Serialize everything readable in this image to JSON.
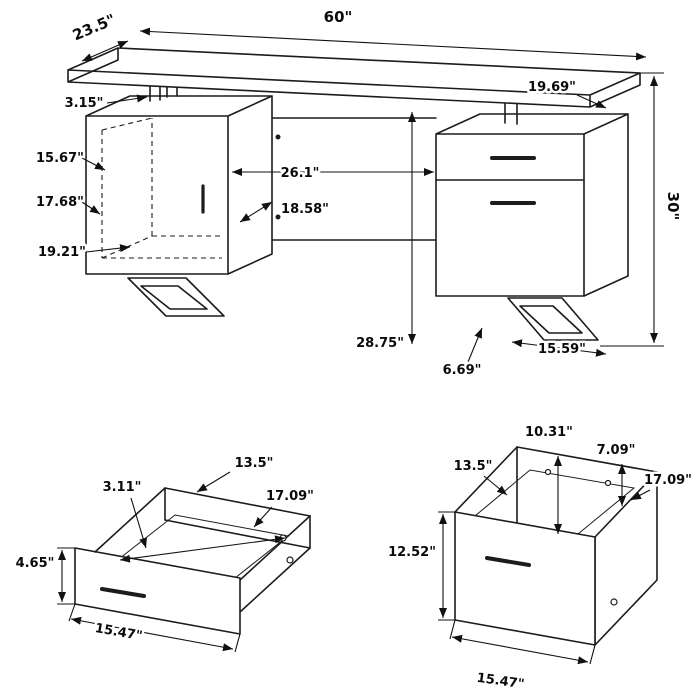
{
  "page": {
    "background": "#ffffff",
    "line_color": "#1c1c1c"
  },
  "views": {
    "desk": {
      "title": "assembled-desk-view",
      "dims": {
        "top_width": "60\"",
        "top_depth": "23.5\"",
        "desktop_gap": "3.15\"",
        "right_top_depth": "19.69\"",
        "left_inner_height": "15.67\"",
        "left_inner_width": "17.68\"",
        "left_inner_diagonal": "19.21\"",
        "knee_width": "26.1\"",
        "knee_depth": "18.58\"",
        "overall_height": "30\"",
        "underside_height": "28.75\"",
        "leg_height": "6.69\"",
        "leg_depth": "15.59\""
      }
    },
    "drawer": {
      "title": "drawer-detail-view",
      "dims": {
        "back_width": "13.5\"",
        "inner_height": "3.11\"",
        "inner_diagonal": "17.09\"",
        "front_height": "4.65\"",
        "front_width": "15.47\""
      }
    },
    "cabinet_box": {
      "title": "cabinet-box-detail-view",
      "dims": {
        "back_height": "10.31\"",
        "inner_side_height": "7.09\"",
        "top_width": "13.5\"",
        "inner_diagonal": "17.09\"",
        "front_height": "12.52\"",
        "front_width": "15.47\""
      }
    }
  }
}
